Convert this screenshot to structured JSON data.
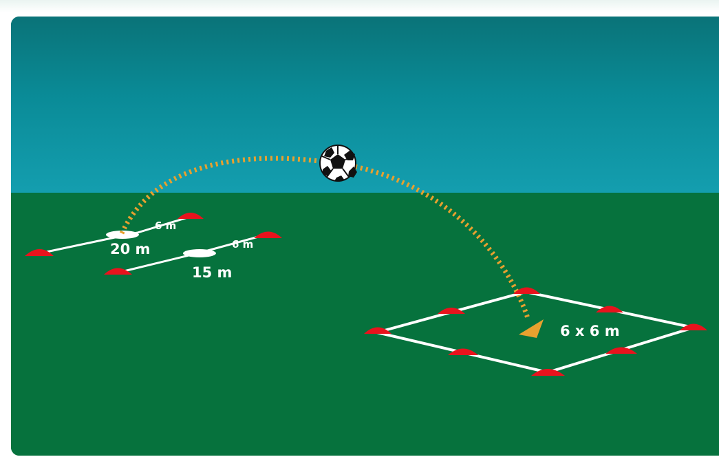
{
  "colors": {
    "sky_top": "#0a7378",
    "sky_bottom": "#149eaf",
    "grass": "#06723d",
    "cone": "#e8131d",
    "line": "#ffffff",
    "trajectory": "#e7a12f",
    "ball": "#ffffff"
  },
  "labels": {
    "distance_6m_top": "6 m",
    "distance_20m": "20 m",
    "distance_6m_lower": "6 m",
    "distance_15m": "15 m",
    "square_size": "6 x 6 m"
  },
  "icons": {
    "ball": "soccer-ball-icon",
    "cone": "training-cone-icon",
    "arrow": "landing-arrow-icon"
  }
}
